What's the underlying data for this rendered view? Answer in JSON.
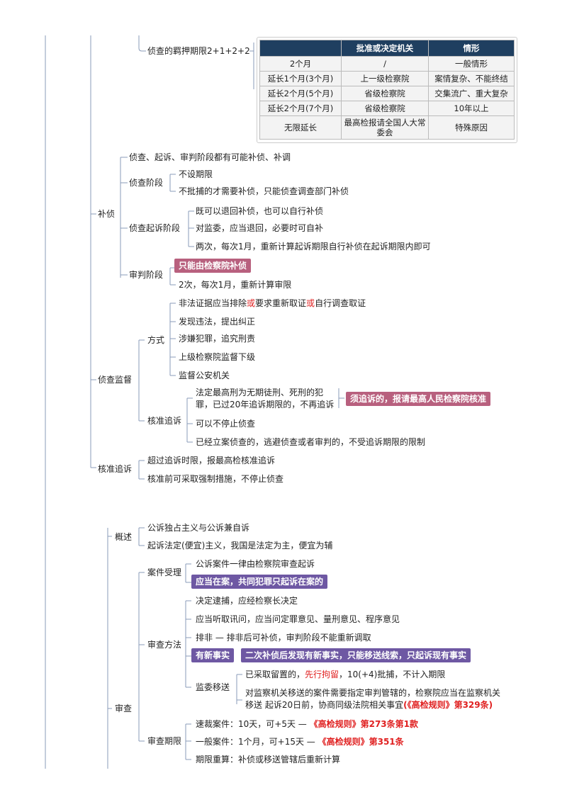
{
  "top": {
    "detention_label": "侦查的羁押期限2+1+2+2",
    "table": {
      "headers": [
        "",
        "批准或决定机关",
        "情形"
      ],
      "rows": [
        [
          "2个月",
          "/",
          "一般情形"
        ],
        [
          "延长1个月(3个月)",
          "上一级检察院",
          "案情复杂、不能终结"
        ],
        [
          "延长2个月(5个月)",
          "省级检察院",
          "交集流广、重大复杂"
        ],
        [
          "延长2个月(7个月)",
          "省级检察院",
          "10年以上"
        ],
        [
          "无限延长",
          "最高检报请全国人大常委会",
          "特殊原因"
        ]
      ]
    }
  },
  "buzhen": {
    "label": "补侦",
    "intro": "侦查、起诉、审判阶段都有可能补侦、补调",
    "investigation": {
      "label": "侦查阶段",
      "items": [
        "不设期限",
        "不批捕的才需要补侦，只能侦查调查部门补侦"
      ]
    },
    "prosecution": {
      "label": "侦查起诉阶段",
      "items": [
        "既可以退回补侦，也可以自行补侦",
        "对监委，应当退回，必要时可自补",
        "两次，每次1月，重新计算起诉期限自行补侦在起诉期限内即可"
      ]
    },
    "trial": {
      "label": "审判阶段",
      "tag": "只能由检察院补侦",
      "item": "2次，每次1月，重新计算审限"
    }
  },
  "supervision": {
    "label": "侦查监督",
    "methods": {
      "label": "方式",
      "item1": {
        "a": "非法证据应当排除",
        "or1": "或",
        "b": "要求重新取证",
        "or2": "或",
        "c": "自行调查取证"
      },
      "items": [
        "发现违法，提出纠正",
        "涉嫌犯罪，追究刑责",
        "上级检察院监督下级",
        "监督公安机关"
      ]
    },
    "approval": {
      "label": "核准追诉",
      "item1": "法定最高刑为无期徒刑、死刑的犯罪，已过20年追诉期限的，不再追诉",
      "tag": "须追诉的，报请最高人民检察院核准",
      "items": [
        "可以不停止侦查",
        "已经立案侦查的，逃避侦查或者审判的，不受追诉期限的限制"
      ]
    }
  },
  "approval_prosecution": {
    "label": "核准追诉",
    "items": [
      "超过追诉时限，报最高检核准追诉",
      "核准前可采取强制措施，不停止侦查"
    ]
  },
  "overview": {
    "label": "概述",
    "items": [
      "公诉独占主义与公诉兼自诉",
      "起诉法定(便宜)主义，我国是法定为主，便宜为辅"
    ]
  },
  "review": {
    "label": "审查",
    "acceptance": {
      "label": "案件受理",
      "item": "公诉案件一律由检察院审查起诉",
      "tag": "应当在案，共同犯罪只起诉在案的"
    },
    "method": {
      "label": "审查方法",
      "items": [
        "决定逮捕，应经检察长决定",
        "应当听取讯问，应当问定罪意见、量刑意见、程序意见"
      ],
      "exclusion": "排非 — 排非后可补侦，审判阶段不能重新调取",
      "new_fact_tag": "有新事实",
      "new_fact_note": "二次补侦后发现有新事实，只能移送线索，只起诉现有事实",
      "transfer": {
        "label": "监委移送",
        "item1_a": "已采取留置的，",
        "item1_red": "先行拘留",
        "item1_b": "，10(+4)批捕，不计入期限",
        "item2_a": "对监察机关移送的案件需要指定审判管辖的，检察院应当在监察机关移送 起诉20日前，协商同级法院相关事宜",
        "item2_red": "(《高检规则》第329条)"
      }
    },
    "period": {
      "label": "审查期限",
      "fast_a": "速裁案件：10天，可+5天 — ",
      "fast_red": "《高检规则》第273条第1款",
      "normal_a": "一般案件：1个月，可+15天 — ",
      "normal_red": "《高检规则》第351条",
      "recount": "期限重算：补侦或移送管辖后重新计算"
    }
  },
  "colors": {
    "line": "#8a9bb8",
    "pink_tag": "#b8607e",
    "purple_tag": "#6e58a3",
    "header": "#1f3f60",
    "red": "#e02020"
  }
}
